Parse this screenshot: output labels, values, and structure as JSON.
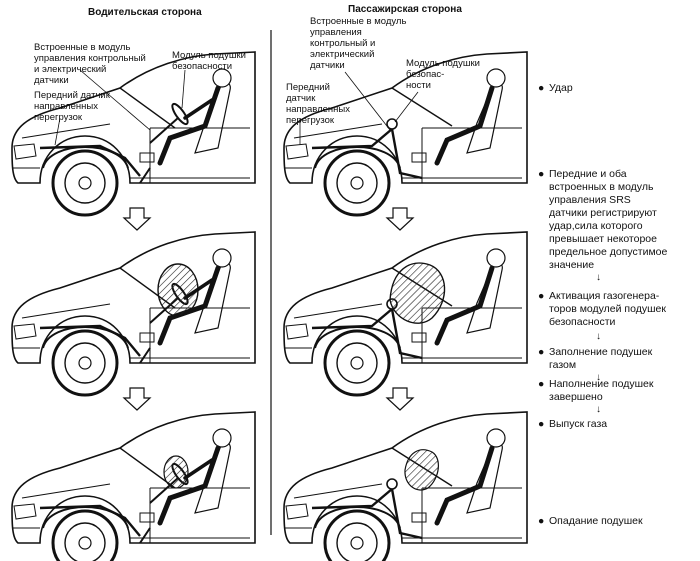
{
  "headers": {
    "driver": "Водительская сторона",
    "passenger": "Пассажирская сторона"
  },
  "labels": {
    "driver_module_sensors": [
      "Встроенные в модуль",
      "управления контрольный",
      "и электрический",
      "датчики"
    ],
    "driver_airbag_module": [
      "Модуль подушки",
      "безопасности"
    ],
    "driver_front_sensor": [
      "Передний датчик",
      "направленных",
      "перегрузок"
    ],
    "passenger_module_sensors": [
      "Встроенные в модуль",
      "управления",
      "контрольный и",
      "электрический",
      "датчики"
    ],
    "passenger_airbag_module": [
      "Модуль подушки",
      "безопас-",
      "ности"
    ],
    "passenger_front_sensor": [
      "Передний",
      "датчик",
      "направленных",
      "перегрузок"
    ]
  },
  "steps": [
    {
      "lines": [
        "Удар"
      ]
    },
    {
      "lines": [
        "Передние и оба",
        "встроенных в модуль",
        "управления SRS",
        "датчики регистрируют",
        "удар,сила которого",
        "превышает некоторое",
        "предельное допустимое",
        "значение"
      ]
    },
    {
      "lines": [
        "Активация газогенера-",
        "торов модулей подушек",
        "безопасности"
      ]
    },
    {
      "lines": [
        "Заполнение подушек",
        "газом"
      ]
    },
    {
      "lines": [
        "Наполнение подушек",
        "завершено"
      ]
    },
    {
      "lines": [
        "Выпуск газа"
      ]
    },
    {
      "lines": [
        "Опадание подушек"
      ]
    }
  ],
  "symbols": {
    "bullet": "●",
    "down_arrow": "↓"
  }
}
